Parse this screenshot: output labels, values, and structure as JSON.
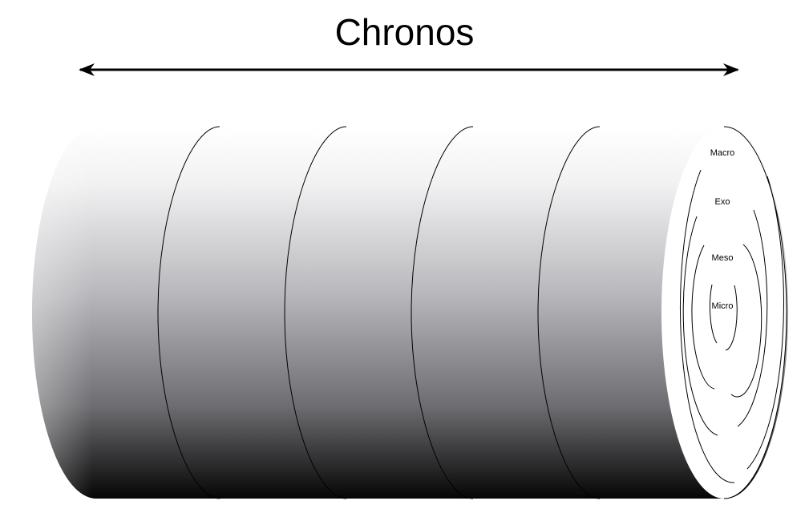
{
  "title": "Chronos",
  "rings": [
    {
      "label": "Macro"
    },
    {
      "label": "Exo"
    },
    {
      "label": "Meso"
    },
    {
      "label": "Micro"
    }
  ],
  "colors": {
    "background": "#ffffff",
    "stroke": "#000000",
    "cylinder_top": "#ffffff",
    "cylinder_bottom": "#000000"
  },
  "icons": {
    "time_arrow": "double-headed-arrow-icon"
  }
}
